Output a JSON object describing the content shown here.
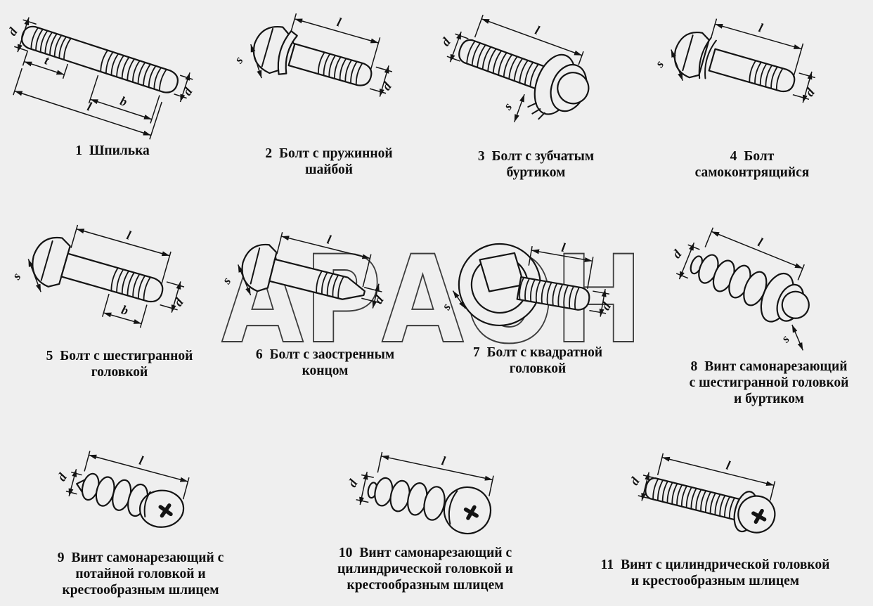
{
  "page": {
    "background": "#efefef",
    "line_color": "#141414"
  },
  "watermark": {
    "text": "АРАОН"
  },
  "items": [
    {
      "num": "1",
      "name": "Шпилька",
      "dims": {
        "d1": "d",
        "t": "t",
        "b": "b",
        "l": "l",
        "d2": "d"
      }
    },
    {
      "num": "2",
      "name": "Болт с пружинной\nшайбой",
      "dims": {
        "l": "l",
        "s": "s",
        "d": "d"
      }
    },
    {
      "num": "3",
      "name": "Болт с зубчатым\nбуртиком",
      "dims": {
        "l": "l",
        "d": "d",
        "s": "s"
      }
    },
    {
      "num": "4",
      "name": "Болт\nсамоконтрящийся",
      "dims": {
        "l": "l",
        "s": "s",
        "d": "d"
      }
    },
    {
      "num": "5",
      "name": "Болт с шестигранной\nголовкой",
      "dims": {
        "l": "l",
        "s": "s",
        "b": "b",
        "d": "d"
      }
    },
    {
      "num": "6",
      "name": "Болт с заостренным\nконцом",
      "dims": {
        "l": "l",
        "s": "s",
        "d": "d"
      }
    },
    {
      "num": "7",
      "name": "Болт с квадратной\nголовкой",
      "dims": {
        "l": "l",
        "d": "d",
        "s": "s"
      }
    },
    {
      "num": "8",
      "name": "Винт самонарезающий\nс шестигранной головкой\nи буртиком",
      "dims": {
        "d": "d",
        "l": "l",
        "s": "s"
      }
    },
    {
      "num": "9",
      "name": "Винт самонарезающий с\nпотайной головкой и\nкрестообразным шлицем",
      "dims": {
        "d": "d",
        "l": "l"
      }
    },
    {
      "num": "10",
      "name": "Винт самонарезающий с\nцилиндрической головкой и\nкрестообразным шлицем",
      "dims": {
        "d": "d",
        "l": "l"
      }
    },
    {
      "num": "11",
      "name": "Винт с цилиндрической головкой\nи крестообразным шлицем",
      "dims": {
        "d": "d",
        "l": "l"
      }
    }
  ]
}
